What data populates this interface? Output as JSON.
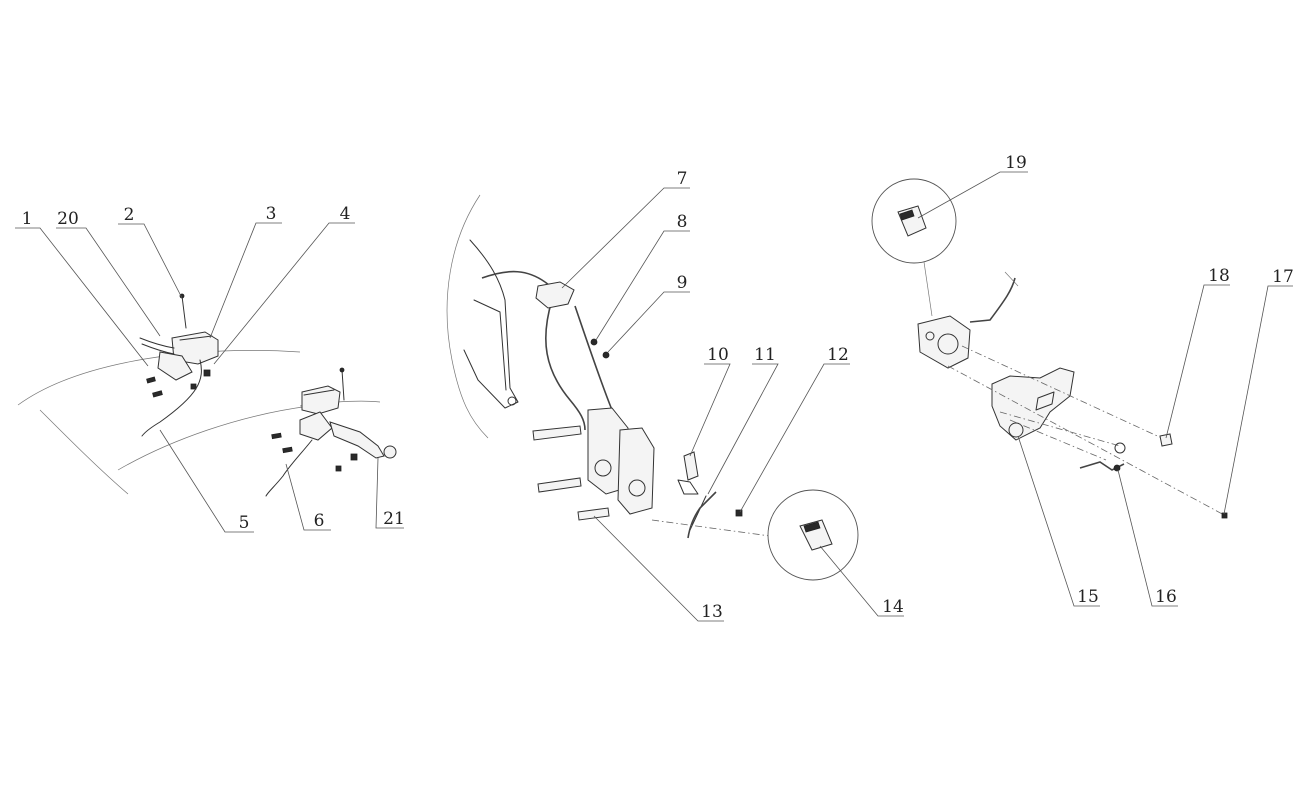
{
  "diagram": {
    "callouts": [
      {
        "id": "1",
        "text": "1"
      },
      {
        "id": "20",
        "text": "20"
      },
      {
        "id": "2",
        "text": "2"
      },
      {
        "id": "3",
        "text": "3"
      },
      {
        "id": "4",
        "text": "4"
      },
      {
        "id": "5",
        "text": "5"
      },
      {
        "id": "6",
        "text": "6"
      },
      {
        "id": "21",
        "text": "21"
      },
      {
        "id": "7",
        "text": "7"
      },
      {
        "id": "8",
        "text": "8"
      },
      {
        "id": "9",
        "text": "9"
      },
      {
        "id": "10",
        "text": "10"
      },
      {
        "id": "11",
        "text": "11"
      },
      {
        "id": "12",
        "text": "12"
      },
      {
        "id": "13",
        "text": "13"
      },
      {
        "id": "14",
        "text": "14"
      },
      {
        "id": "19",
        "text": "19"
      },
      {
        "id": "18",
        "text": "18"
      },
      {
        "id": "17",
        "text": "17"
      },
      {
        "id": "15",
        "text": "15"
      },
      {
        "id": "16",
        "text": "16"
      }
    ]
  }
}
